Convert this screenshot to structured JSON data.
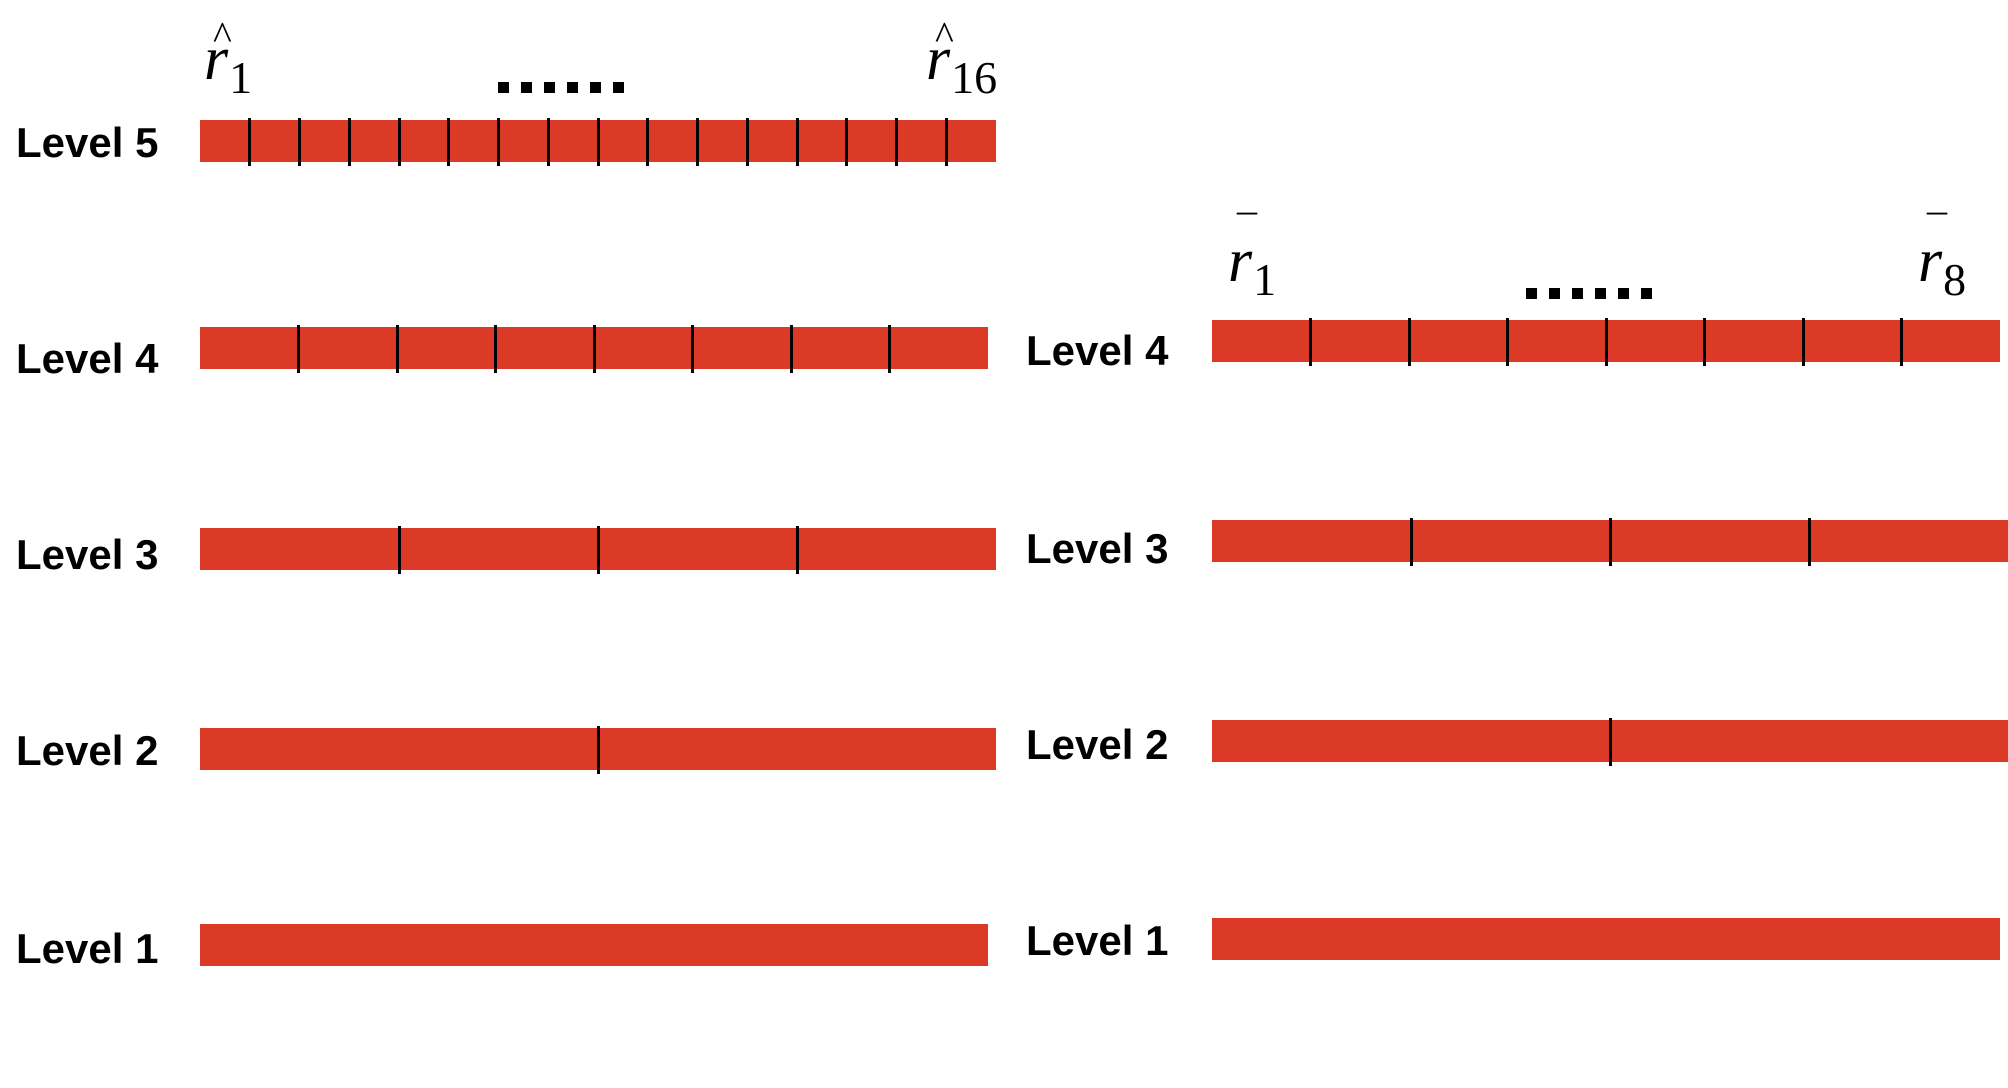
{
  "left_panel": {
    "levels": [
      {
        "label": "Level 5",
        "segments": 16
      },
      {
        "label": "Level 4",
        "segments": 8
      },
      {
        "label": "Level 3",
        "segments": 4
      },
      {
        "label": "Level 2",
        "segments": 2
      },
      {
        "label": "Level 1",
        "segments": 1
      }
    ],
    "first_symbol": {
      "base": "r",
      "accent": "^",
      "sub": "1"
    },
    "last_symbol": {
      "base": "r",
      "accent": "^",
      "sub": "16"
    }
  },
  "right_panel": {
    "levels": [
      {
        "label": "Level 4",
        "segments": 8
      },
      {
        "label": "Level 3",
        "segments": 4
      },
      {
        "label": "Level 2",
        "segments": 2
      },
      {
        "label": "Level 1",
        "segments": 1
      }
    ],
    "first_symbol": {
      "base": "r",
      "accent": "¯",
      "sub": "1"
    },
    "last_symbol": {
      "base": "r",
      "accent": "¯",
      "sub": "8"
    }
  },
  "colors": {
    "bar": "#db3a27",
    "tick": "#000000"
  }
}
